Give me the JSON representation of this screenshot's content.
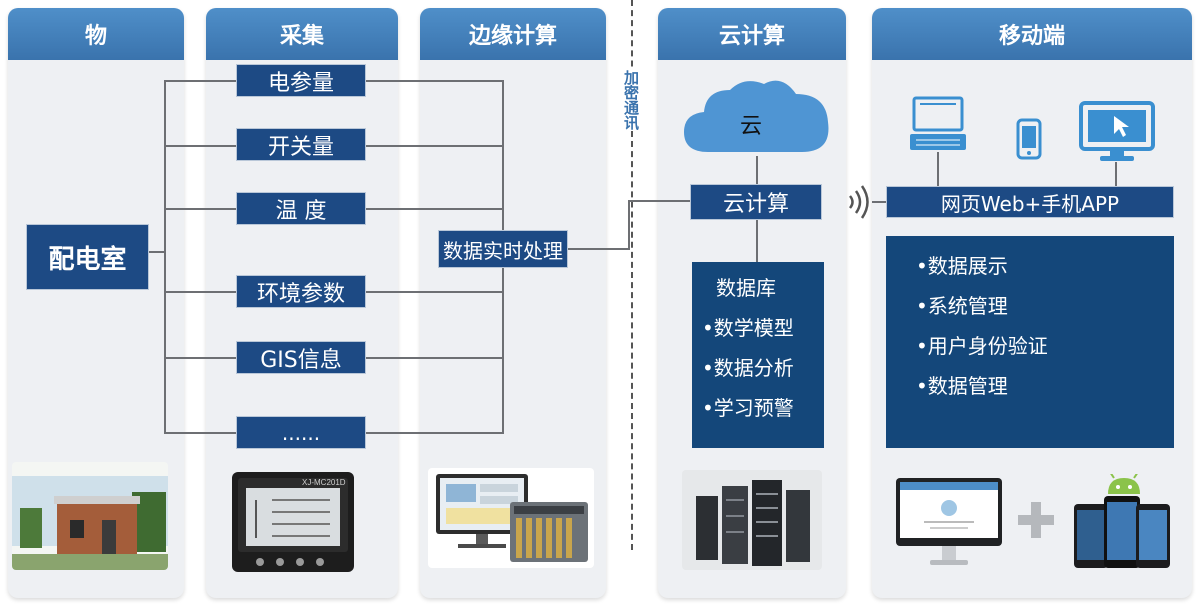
{
  "columns": [
    {
      "key": "things",
      "title": "物"
    },
    {
      "key": "collect",
      "title": "采集"
    },
    {
      "key": "edge",
      "title": "边缘计算"
    },
    {
      "key": "cloud",
      "title": "云计算"
    },
    {
      "key": "mobile",
      "title": "移动端"
    }
  ],
  "things": {
    "room": "配电室"
  },
  "collect": {
    "items": [
      "电参量",
      "开关量",
      "温 度",
      "环境参数",
      "GIS信息",
      "......"
    ],
    "device_label": "XJ-MC201D"
  },
  "edge": {
    "processing": "数据实时处理"
  },
  "divider": {
    "label": "加密通讯"
  },
  "cloud": {
    "cloud_shape_label": "云",
    "compute": "云计算",
    "db_title": "数据库",
    "db_items": [
      "•数学模型",
      "•数据分析",
      "•学习预警"
    ]
  },
  "mobile": {
    "banner": "网页Web+手机APP",
    "items": [
      "•数据展示",
      "•系统管理",
      "•用户身份验证",
      "•数据管理"
    ]
  },
  "colors": {
    "header": "#3f7dbb",
    "box": "#1d4a84",
    "panel": "#14477a",
    "column_bg": "#eef0f3",
    "connector": "#6d6f73",
    "icon_blue": "#3a8fd0"
  }
}
